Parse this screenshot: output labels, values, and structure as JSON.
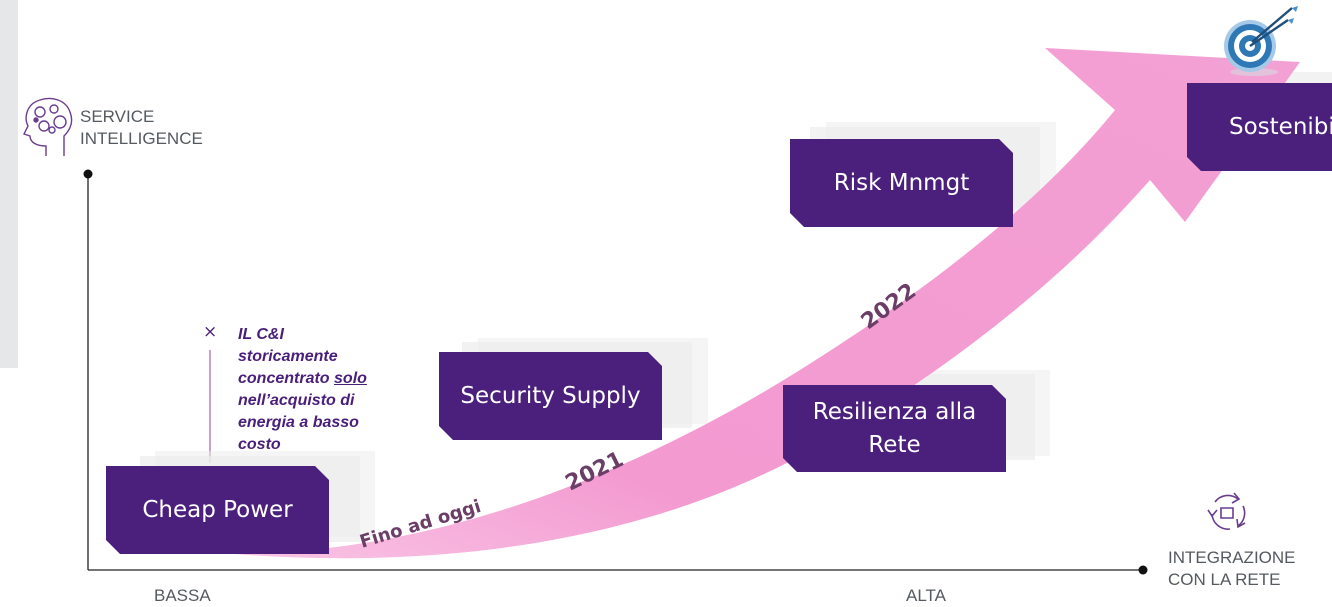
{
  "y_axis": {
    "label": "SERVICE\nINTELLIGENCE",
    "icon": "brain-gears-icon"
  },
  "x_axis": {
    "label": "INTEGRAZIONE\nCON LA RETE",
    "icon": "cycle-arrows-icon",
    "low_label": "BASSA",
    "high_label": "ALTA"
  },
  "note": {
    "bullet": "×",
    "line1": "IL C&I",
    "line2": "storicamente",
    "line3_prefix": "concentrato ",
    "line3_underlined": "solo",
    "line4": "nell’acquisto  di",
    "line5": "energia a basso",
    "line6": "costo"
  },
  "stages": [
    {
      "label": "Cheap Power"
    },
    {
      "label": "Security Supply"
    },
    {
      "label": "Risk Mnmgt"
    },
    {
      "label": "Resilienza alla\nRete"
    },
    {
      "label": "Sostenibi"
    }
  ],
  "arrow_labels": {
    "today": "Fino ad oggi",
    "y2021": "2021",
    "y2022": "2022"
  },
  "goal_icon": "target-arrow-icon",
  "colors": {
    "stage_fill": "#4b1f7c",
    "arrow_fill": "#f6a4d6",
    "shadow_fill": "#ececec",
    "axis": "#222222",
    "label_text": "#555a60",
    "icon_purple": "#6a3d8f",
    "target_blue": "#2f78b6"
  }
}
